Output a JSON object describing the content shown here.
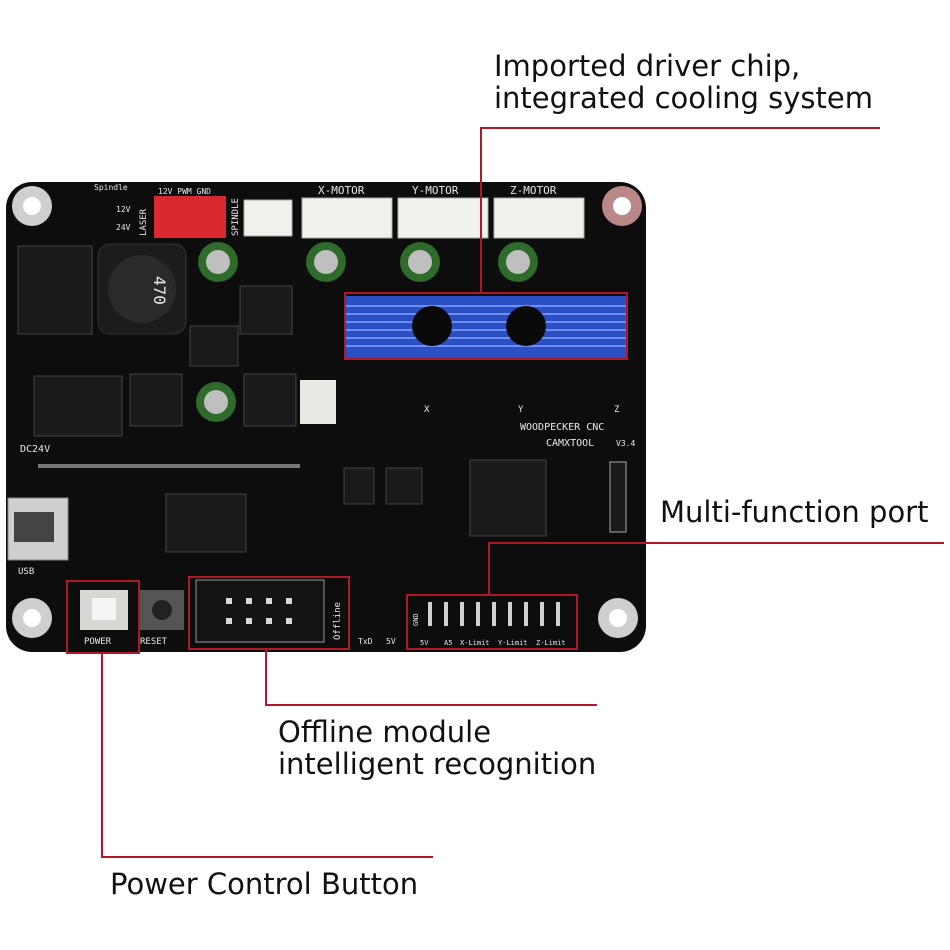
{
  "callouts": {
    "driver_chip_line1": "Imported driver chip,",
    "driver_chip_line2": "integrated cooling system",
    "multi_function_port": "Multi-function port",
    "offline_line1": "Offline module",
    "offline_line2": "intelligent recognition",
    "power_button": "Power Control Button"
  },
  "board_labels": {
    "x_motor": "X-MOTOR",
    "y_motor": "Y-MOTOR",
    "z_motor": "Z-MOTOR",
    "spindle": "SPINDLE",
    "laser": "LASER",
    "laser_pins": "12V PWM GND",
    "spindle_top": "Spindle",
    "v12": "12V",
    "v24": "24V",
    "inductor": "470",
    "dc24v": "DC24V",
    "brand_line1": "WOODPECKER CNC",
    "brand_line2": "CAMXTOOL",
    "version": "V3.4",
    "usb": "USB",
    "power": "POWER",
    "reset": "RESET",
    "offline": "Offline",
    "txd": "TxD",
    "v5": "5V",
    "gnd": "GND",
    "port_5v": "5V",
    "port_a5": "A5",
    "port_xlimit": "X-Limit",
    "port_ylimit": "Y-Limit",
    "port_zlimit": "Z-Limit",
    "axis_x": "X",
    "axis_y": "Y",
    "axis_z": "Z"
  },
  "colors": {
    "accent_line": "#b0182a",
    "pcb": "#111111",
    "heatsink": "#2b4fc4",
    "laser_connector": "#d9282f"
  }
}
